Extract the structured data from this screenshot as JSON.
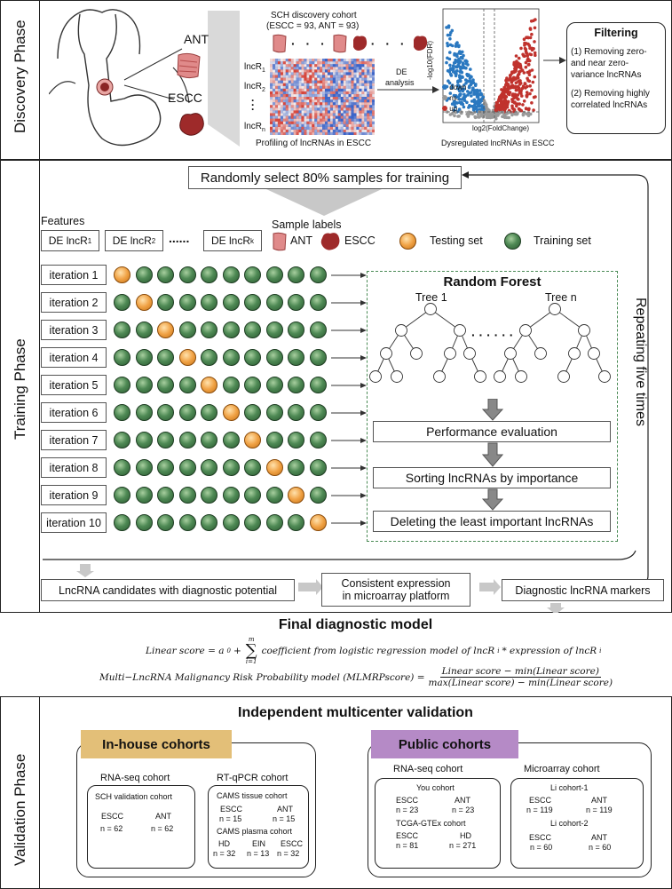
{
  "phases": {
    "discovery": "Discovery Phase",
    "training": "Training Phase",
    "validation": "Validation Phase"
  },
  "discovery": {
    "ant_label": "ANT",
    "escc_label": "ESCC",
    "cohort_title": "SCH discovery cohort",
    "cohort_sub": "(ESCC = 93, ANT = 93)",
    "lnc_rows": [
      "lncR1",
      "lncR2",
      "lncRn"
    ],
    "profiling_caption": "Profiling of lncRNAs in ESCC",
    "de_label_1": "DE",
    "de_label_2": "analysis",
    "volcano_y": "-log10(FDR)",
    "volcano_x": "log2(FoldChange)",
    "volcano_legend": [
      "down",
      "ns.",
      "up"
    ],
    "volcano_caption": "Dysregulated lncRNAs in ESCC",
    "filtering_title": "Filtering",
    "filtering_1": "(1) Removing zero- and near zero-variance lncRNAs",
    "filtering_2": "(2) Removing highly correlated lncRNAs"
  },
  "training": {
    "select_label": "Randomly select 80% samples for training",
    "features_label": "Features",
    "feature_1": "DE lncR",
    "feature_1_sub": "1",
    "feature_2": "DE lncR",
    "feature_2_sub": "2",
    "feature_k": "DE lncR",
    "feature_k_sub": "k",
    "feature_dots": "......",
    "sample_labels": "Sample labels",
    "ant": "ANT",
    "escc": "ESCC",
    "testing_set": "Testing set",
    "training_set": "Training set",
    "iterations": [
      "iteration 1",
      "iteration 2",
      "iteration 3",
      "iteration 4",
      "iteration 5",
      "iteration 6",
      "iteration 7",
      "iteration 8",
      "iteration 9",
      "iteration 10"
    ],
    "rf_title": "Random Forest",
    "tree_1": "Tree 1",
    "tree_n": "Tree n",
    "tree_dots": "· · · · · ·",
    "perf": "Performance evaluation",
    "sorting": "Sorting lncRNAs by importance",
    "deleting": "Deleting the least important lncRNAs",
    "repeat": "Repeating five times",
    "candidates": "LncRNA candidates with diagnostic potential",
    "consistent_1": "Consistent expression",
    "consistent_2": "in microarray platform",
    "markers": "Diagnostic lncRNA markers"
  },
  "model": {
    "title": "Final diagnostic model",
    "eq1_lhs": "Linear score = a",
    "eq1_sum_top": "m",
    "eq1_sum_bottom": "i=1",
    "eq1_rhs": "coefficient from logistic regression model of lncR",
    "eq1_mid": " * expression of lncR",
    "eq2_lhs": "Multi−LncRNA Malignancy Risk Probability model (MLMRPscore) =",
    "eq2_num": "Linear score − min(Linear score)",
    "eq2_den": "max(Linear score) − min(Linear score)"
  },
  "validation": {
    "title": "Independent multicenter validation",
    "inhouse": "In-house cohorts",
    "public": "Public cohorts",
    "inhouse_color": "#e3bf78",
    "public_color": "#b58ac6",
    "rnaseq": "RNA-seq cohort",
    "rtqpcr": "RT-qPCR cohort",
    "microarray": "Microarray cohort",
    "sch_val": "SCH validation cohort",
    "sch_escc": "ESCC",
    "sch_escc_n": "n = 62",
    "sch_ant": "ANT",
    "sch_ant_n": "n = 62",
    "cams_tissue": "CAMS tissue cohort",
    "ct_escc": "ESCC",
    "ct_escc_n": "n = 15",
    "ct_ant": "ANT",
    "ct_ant_n": "n = 15",
    "cams_plasma": "CAMS plasma cohort",
    "cp_hd": "HD",
    "cp_hd_n": "n = 32",
    "cp_ein": "EIN",
    "cp_ein_n": "n = 13",
    "cp_escc": "ESCC",
    "cp_escc_n": "n = 32",
    "you": "You cohort",
    "you_escc": "ESCC",
    "you_escc_n": "n = 23",
    "you_ant": "ANT",
    "you_ant_n": "n = 23",
    "tcga": "TCGA-GTEx cohort",
    "tcga_escc": "ESCC",
    "tcga_escc_n": "n = 81",
    "tcga_hd": "HD",
    "tcga_hd_n": "n = 271",
    "li1": "Li cohort-1",
    "li1_escc": "ESCC",
    "li1_escc_n": "n = 119",
    "li1_ant": "ANT",
    "li1_ant_n": "n = 119",
    "li2": "Li cohort-2",
    "li2_escc": "ESCC",
    "li2_escc_n": "n = 60",
    "li2_ant": "ANT",
    "li2_ant_n": "n = 60"
  }
}
